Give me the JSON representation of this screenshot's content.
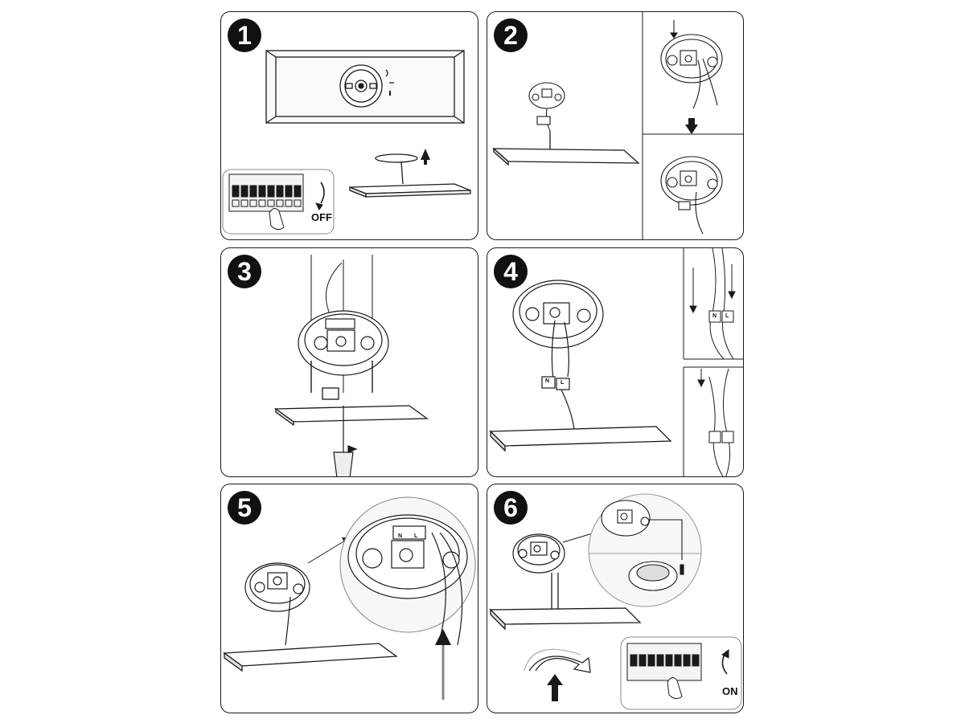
{
  "steps": [
    {
      "number": "1",
      "switch_label": "OFF"
    },
    {
      "number": "2"
    },
    {
      "number": "3"
    },
    {
      "number": "4",
      "connector_letter_n": "N",
      "connector_letter_l": "L",
      "detail_n": "N",
      "detail_l": "L"
    },
    {
      "number": "5",
      "connector_letter_n": "N",
      "connector_letter_l": "L"
    },
    {
      "number": "6",
      "switch_label": "ON"
    }
  ],
  "colors": {
    "line": "#1a1a1a",
    "shade": "#d9d9d9",
    "fill_light": "#f2f2f2"
  }
}
